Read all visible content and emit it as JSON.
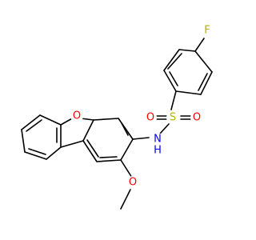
{
  "atoms": {
    "F": {
      "symbol": "F",
      "color": "#b3b300"
    },
    "S": {
      "symbol": "S",
      "color": "#b3b300"
    },
    "O1": {
      "symbol": "O",
      "color": "#ff0000"
    },
    "O2": {
      "symbol": "O",
      "color": "#ff0000"
    },
    "N": {
      "symbol": "N",
      "color": "#0000ff"
    },
    "H": {
      "symbol": "H",
      "color": "#0000ff"
    },
    "O3": {
      "symbol": "O",
      "color": "#ff0000"
    },
    "O4": {
      "symbol": "O",
      "color": "#ff0000"
    }
  }
}
